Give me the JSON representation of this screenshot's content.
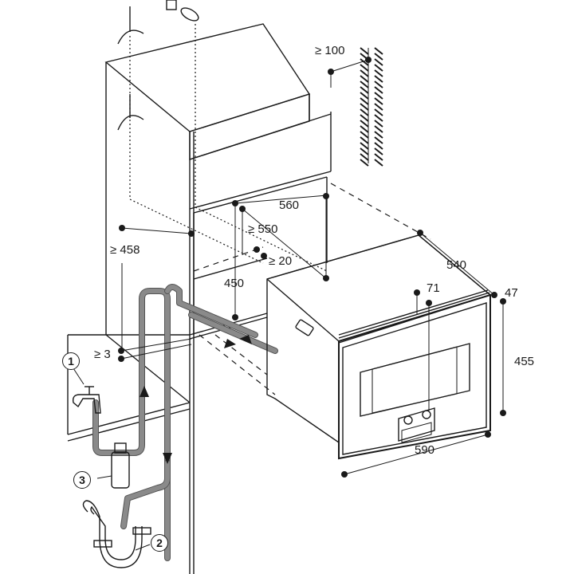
{
  "diagram": {
    "title": "Built-in appliance installation diagram",
    "dimensions": {
      "clearance_top": "≥ 100",
      "niche_width": "560",
      "niche_depth": "≥ 550",
      "rear_gap": "≥ 20",
      "niche_height": "450",
      "height_from_floor": "≥ 458",
      "gap_below": "≥ 3",
      "appliance_depth": "540",
      "front_panel_depth": "47",
      "control_offset": "71",
      "appliance_height": "455",
      "appliance_width": "590"
    },
    "callouts": [
      {
        "number": "1",
        "meaning": "water-tap"
      },
      {
        "number": "2",
        "meaning": "drain-siphon"
      },
      {
        "number": "3",
        "meaning": "water-filter"
      }
    ],
    "colors": {
      "line": "#1a1a1a",
      "pipe": "#8a8a8a",
      "background": "#ffffff"
    }
  }
}
